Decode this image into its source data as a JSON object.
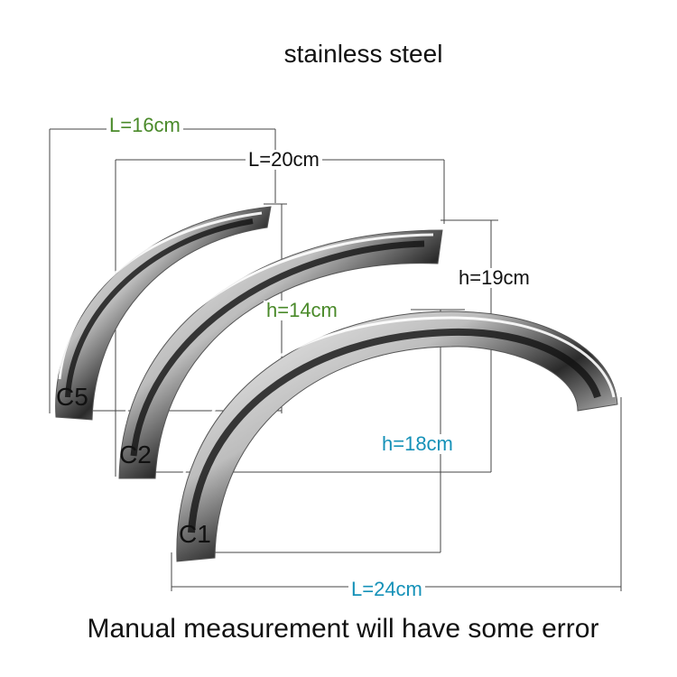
{
  "title": "stainless steel",
  "footer": "Manual measurement will have some error",
  "colors": {
    "green_label": "#4a8a2a",
    "blue_label": "#1591b8",
    "black_label": "#111111",
    "chrome_dark": "#2a2a2a",
    "chrome_light": "#f2f2f2"
  },
  "products": [
    {
      "model": "C5",
      "length": "L=16cm",
      "height": "h=14cm",
      "label_color": "green"
    },
    {
      "model": "C2",
      "length": "L=20cm",
      "height": "h=19cm",
      "label_color": "black"
    },
    {
      "model": "C1",
      "length": "L=24cm",
      "height": "h=18cm",
      "label_color": "blue"
    }
  ]
}
